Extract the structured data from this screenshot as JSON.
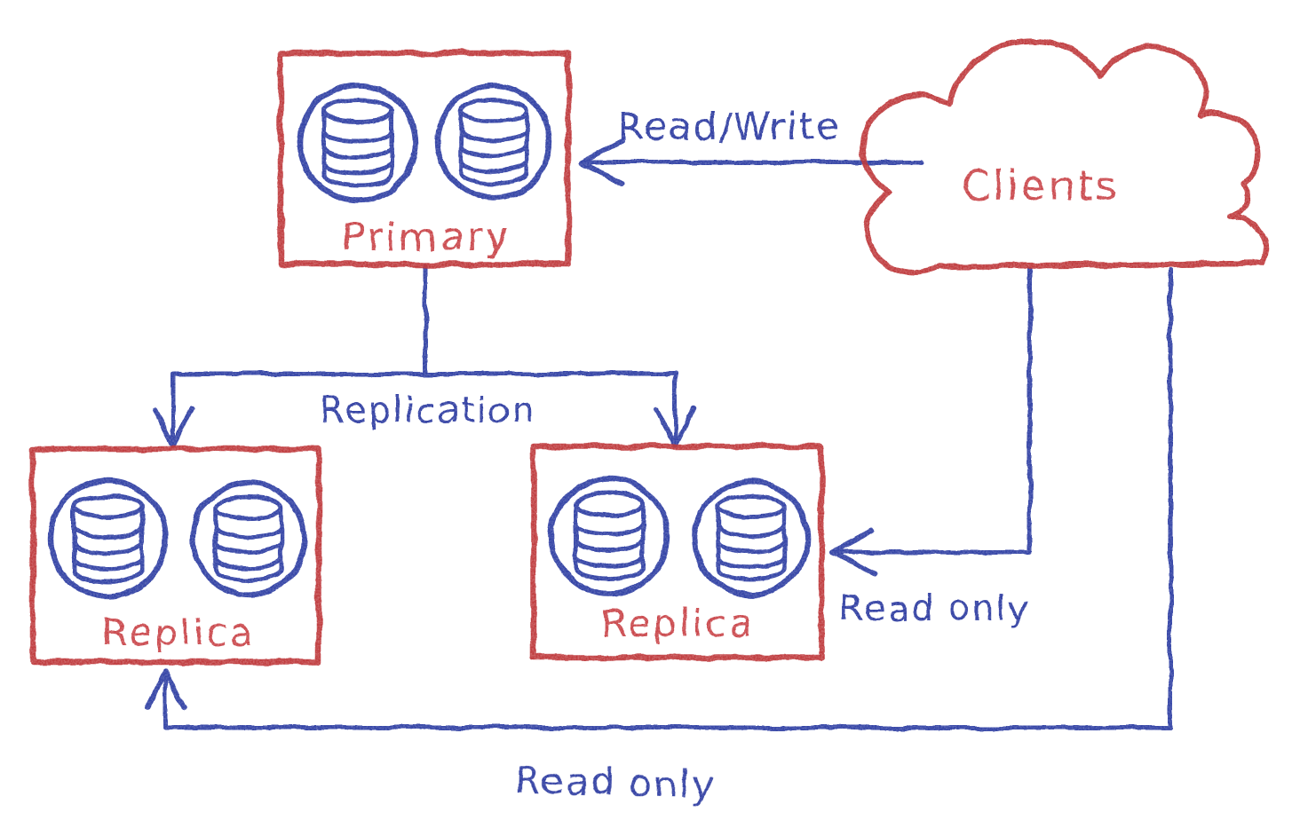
{
  "diagram": {
    "kind": "hand-drawn architecture sketch",
    "background": "#ffffff",
    "colors": {
      "node_stroke": "#bf3a3c",
      "node_text": "#c9444a",
      "edge_stroke": "#3644a6",
      "edge_text": "#3340a3"
    },
    "nodes": {
      "primary": {
        "label": "Primary",
        "shape": "box",
        "database_icon_count": 2
      },
      "replica_left": {
        "label": "Replica",
        "shape": "box",
        "database_icon_count": 2
      },
      "replica_mid": {
        "label": "Replica",
        "shape": "box",
        "database_icon_count": 2
      },
      "clients": {
        "label": "Clients",
        "shape": "cloud"
      }
    },
    "edges": {
      "read_write": {
        "from": "clients",
        "to": "primary",
        "label": "Read/Write",
        "arrow": "into primary right side"
      },
      "replication": {
        "from": "primary",
        "to": "replica_left, replica_mid",
        "label": "Replication",
        "arrow": "down into tops of both replicas"
      },
      "read_only_mid": {
        "from": "clients",
        "to": "replica_mid",
        "label": "Read only",
        "arrow": "into replica right side"
      },
      "read_only_left": {
        "from": "clients",
        "to": "replica_left",
        "label": "Read only",
        "arrow": "up into replica bottom"
      }
    }
  }
}
